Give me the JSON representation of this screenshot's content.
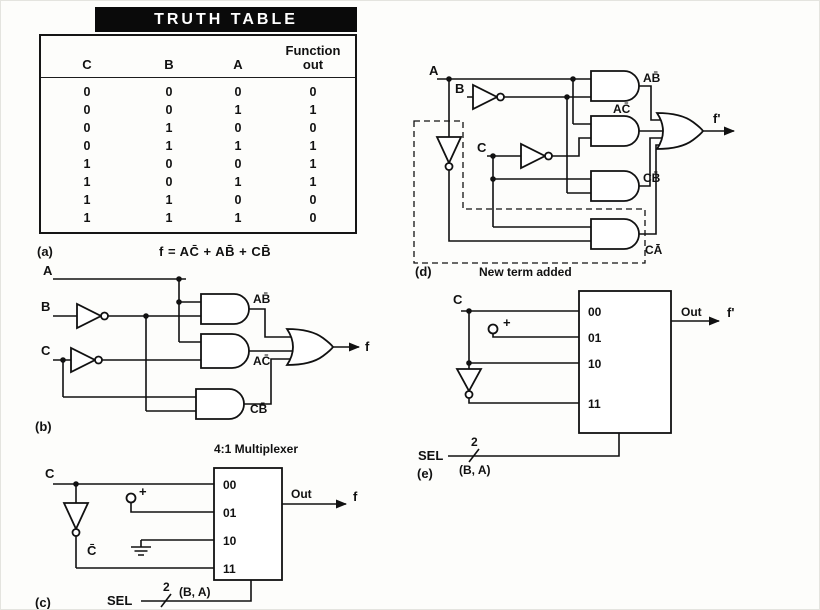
{
  "truth_table": {
    "title": "TRUTH TABLE",
    "headers": [
      "C",
      "B",
      "A",
      "Function\nout"
    ],
    "rows": [
      [
        "0",
        "0",
        "0",
        "0"
      ],
      [
        "0",
        "0",
        "1",
        "1"
      ],
      [
        "0",
        "1",
        "0",
        "0"
      ],
      [
        "0",
        "1",
        "1",
        "1"
      ],
      [
        "1",
        "0",
        "0",
        "1"
      ],
      [
        "1",
        "0",
        "1",
        "1"
      ],
      [
        "1",
        "1",
        "0",
        "0"
      ],
      [
        "1",
        "1",
        "1",
        "0"
      ]
    ]
  },
  "panel_a": {
    "label": "(a)",
    "equation": "f = AC̄ + AB̄ + CB̄"
  },
  "panel_b": {
    "label": "(b)",
    "input_a": "A",
    "input_b": "B",
    "input_c": "C",
    "gate_ab": "AB̄",
    "gate_ac": "AC̄",
    "gate_cb": "CB̄",
    "output": "f"
  },
  "panel_c": {
    "label": "(c)",
    "title": "4:1 Multiplexer",
    "input_c": "C",
    "c_bar": "C̄",
    "plus": "+",
    "ports": [
      "00",
      "01",
      "10",
      "11"
    ],
    "out_label": "Out",
    "out_signal": "f",
    "sel_label": "SEL",
    "sel_width": "2",
    "sel_bus": "(B, A)"
  },
  "panel_d": {
    "label": "(d)",
    "input_a": "A",
    "input_b": "B",
    "input_c": "C",
    "gate_ab": "AB̄",
    "gate_ac": "AC̄",
    "gate_cb": "CB̄",
    "gate_ca": "CĀ",
    "output": "f'",
    "note": "New term added"
  },
  "panel_e": {
    "label": "(e)",
    "input_c": "C",
    "plus": "+",
    "ports": [
      "00",
      "01",
      "10",
      "11"
    ],
    "out_label": "Out",
    "out_signal": "f'",
    "sel_label": "SEL",
    "sel_width": "2",
    "sel_bus": "(B, A)"
  }
}
